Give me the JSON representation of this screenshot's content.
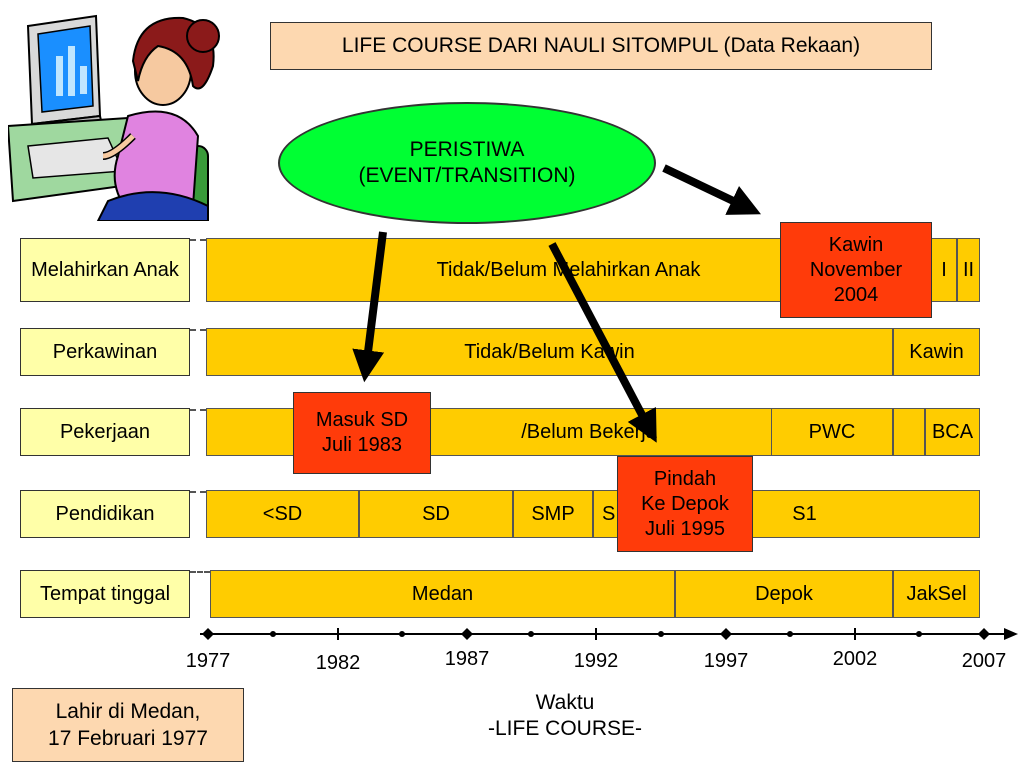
{
  "title": "LIFE COURSE DARI NAULI SITOMPUL (Data Rekaan)",
  "event_ellipse": {
    "line1": "PERISTIWA",
    "line2": "(EVENT/TRANSITION)"
  },
  "rows": [
    {
      "label": "Melahirkan Anak",
      "segments": [
        "Tidak/Belum Melahirkan Anak",
        "I",
        "II"
      ]
    },
    {
      "label": "Perkawinan",
      "segments": [
        "Tidak/Belum Kawin",
        "Kawin"
      ]
    },
    {
      "label": "Pekerjaan",
      "segments": [
        "/Belum Bekerja",
        "PWC",
        "",
        "BCA"
      ]
    },
    {
      "label": "Pendidikan",
      "segments": [
        "<SD",
        "SD",
        "SMP",
        "S",
        "S1"
      ]
    },
    {
      "label": "Tempat tinggal",
      "segments": [
        "Medan",
        "Depok",
        "JakSel"
      ]
    }
  ],
  "callouts": {
    "kawin": {
      "line1": "Kawin",
      "line2": "November",
      "line3": "2004"
    },
    "masuk_sd": {
      "line1": "Masuk SD",
      "line2": "Juli 1983"
    },
    "pindah": {
      "line1": "Pindah",
      "line2": "Ke Depok",
      "line3": "Juli 1995"
    }
  },
  "axis": {
    "years": [
      "1977",
      "1982",
      "1987",
      "1992",
      "1997",
      "2002",
      "2007"
    ],
    "title_line1": "Waktu",
    "title_line2": "-LIFE COURSE-"
  },
  "birth": {
    "line1": "Lahir di Medan,",
    "line2": "17 Februari 1977"
  },
  "colors": {
    "bar": "#ffcc00",
    "label_bg": "#ffffa8",
    "callout": "#ff3b0a",
    "ellipse": "#00ff33",
    "title_bg": "#fdd8b0"
  },
  "illustration_icon": "woman-at-computer-icon"
}
